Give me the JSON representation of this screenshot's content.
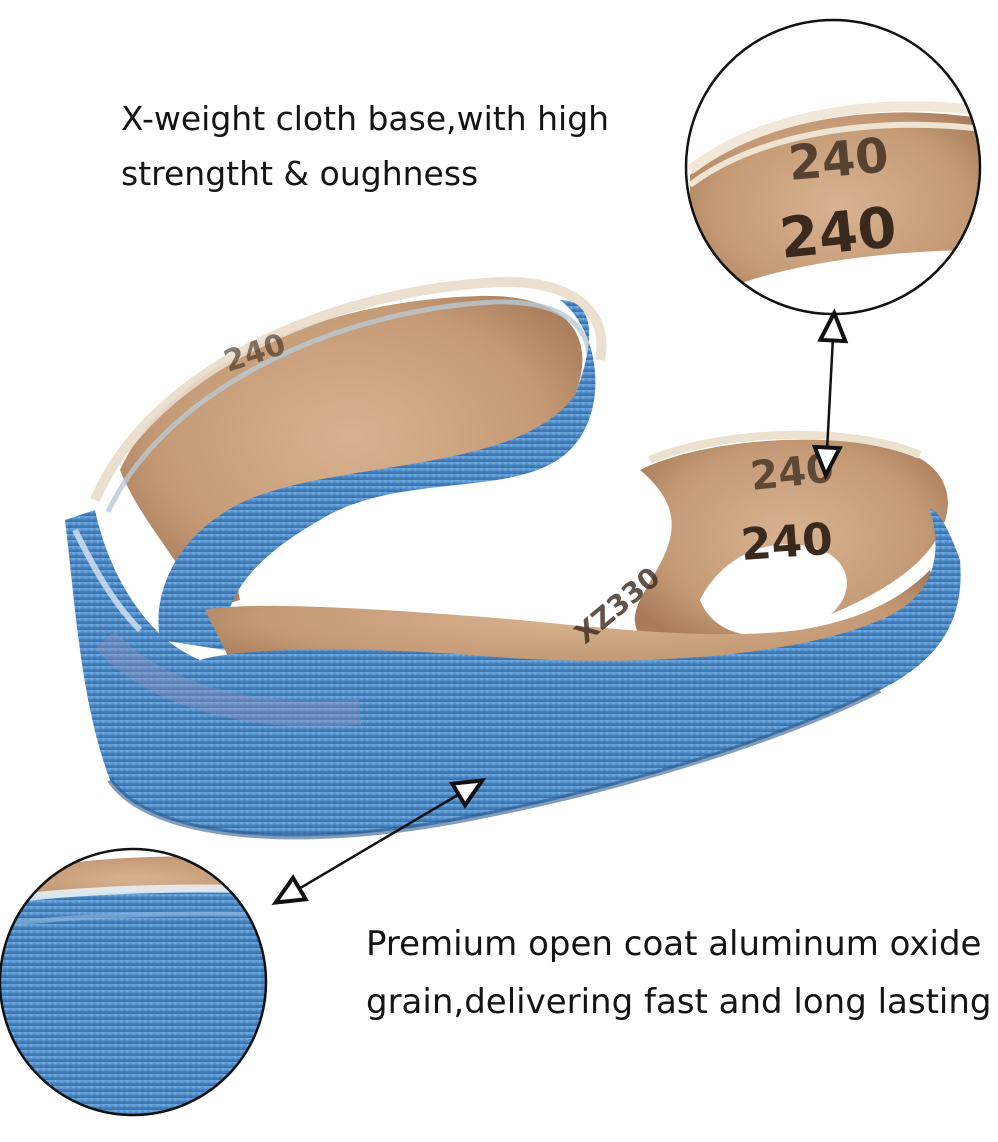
{
  "captions": {
    "top": {
      "line1": "X-weight cloth base,with high",
      "line2": "strengtht & oughness"
    },
    "bottom": {
      "line1": "Premium open coat aluminum oxide",
      "line2": "grain,delivering fast and long lasting"
    }
  },
  "product": {
    "grit_mark": "240",
    "model_mark": "XZ330"
  },
  "colors": {
    "abrasive_blue": "#4f8fca",
    "backing_tan": "#c9a180",
    "arrow": "#111111"
  }
}
